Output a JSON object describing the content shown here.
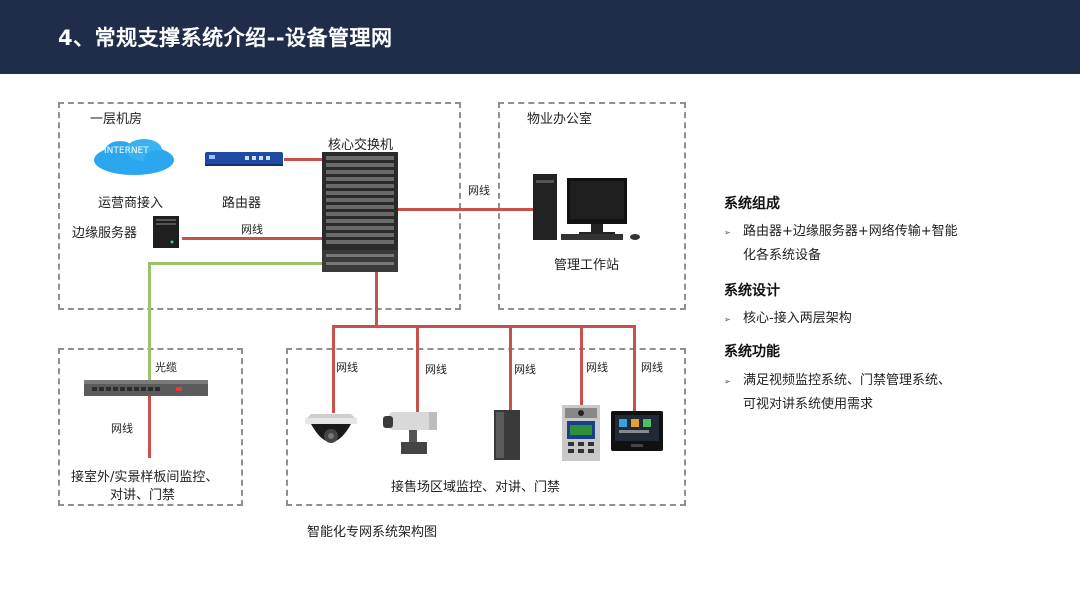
{
  "header": {
    "title": "4、常规支撑系统介绍--设备管理网"
  },
  "diagram": {
    "zones": {
      "machine_room": "一层机房",
      "office": "物业办公室"
    },
    "devices": {
      "internet_cloud": "INTERNET",
      "isp": "运营商接入",
      "router": "路由器",
      "edge_server": "边缘服务器",
      "core_switch": "核心交换机",
      "workstation": "管理工作站"
    },
    "links": {
      "cable_server": "网线",
      "cable_office": "网线",
      "fiber": "光缆",
      "cable_switch": "网线",
      "cable_1": "网线",
      "cable_2": "网线",
      "cable_3": "网线",
      "cable_4": "网线",
      "cable_5": "网线"
    },
    "outdoor_label_line1": "接室外/实景样板间监控、",
    "outdoor_label_line2": "对讲、门禁",
    "sales_label": "接售场区域监控、对讲、门禁",
    "caption": "智能化专网系统架构图"
  },
  "panel": {
    "composition_heading": "系统组成",
    "composition_line1": "路由器+边缘服务器+网络传输+智能",
    "composition_line2": "化各系统设备",
    "design_heading": "系统设计",
    "design_line1": "核心-接入两层架构",
    "function_heading": "系统功能",
    "function_line1": "满足视频监控系统、门禁管理系统、",
    "function_line2": "可视对讲系统使用需求",
    "bullet_glyph": "➢"
  }
}
